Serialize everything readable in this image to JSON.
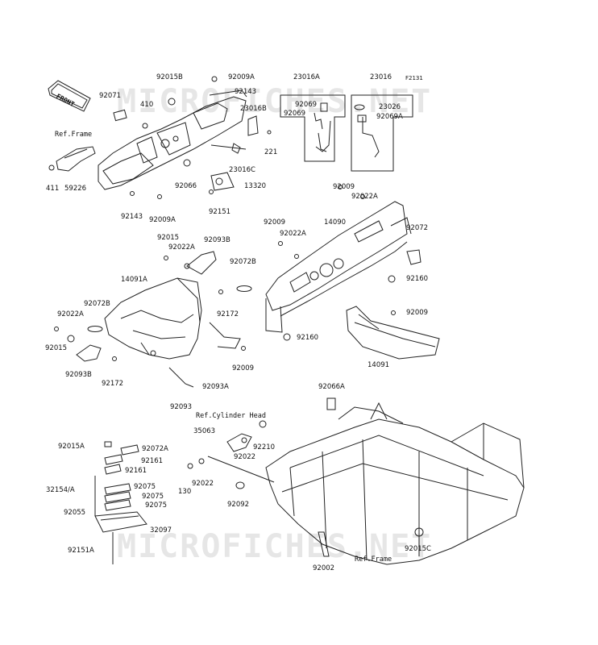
{
  "figure_id": "F2131",
  "front_label": "FRONT",
  "watermarks": [
    "MICROFICHES.NET",
    "MICROFICHES.NET"
  ],
  "refs": {
    "frame_top": "Ref.Frame",
    "cylinder_head": "Ref.Cylinder Head",
    "frame_bottom": "Ref.Frame"
  },
  "parts": {
    "p92071": "92071",
    "p410": "410",
    "p92015b": "92015B",
    "p92009a_top": "92009A",
    "p92143_top": "92143",
    "p23016b": "23016B",
    "p221": "221",
    "p23016c": "23016C",
    "p92066": "92066",
    "p13320": "13320",
    "p92151": "92151",
    "p411": "411",
    "p59226": "59226",
    "p92143_bottom": "92143",
    "p92009a_bottom": "92009A",
    "p23016a": "23016A",
    "p92069_1": "92069",
    "p92069_2": "92069",
    "p23016": "23016",
    "p23026": "23026",
    "p92069a": "92069A",
    "p92009_r1": "92009",
    "p92022a_r1": "92022A",
    "p92009_r2": "92009",
    "p14090": "14090",
    "p92072": "92072",
    "p92022a_r2": "92022A",
    "p92160_1": "92160",
    "p92160_2": "92160",
    "p92009_r3": "92009",
    "p14091": "14091",
    "p92015": "92015",
    "p92093b_top": "92093B",
    "p92022a_mid": "92022A",
    "p92072b_top": "92072B",
    "p14091a": "14091A",
    "p92172_top": "92172",
    "p92022a_left": "92022A",
    "p92072b_left": "92072B",
    "p92015_left": "92015",
    "p92093b_left": "92093B",
    "p92172_left": "92172",
    "p92009_mid": "92009",
    "p92093a": "92093A",
    "p92093": "92093",
    "p92066a": "92066A",
    "p35063": "35063",
    "p92210": "92210",
    "p92022_a": "92022",
    "p92022_b": "92022",
    "p130": "130",
    "p92092": "92092",
    "p92015a": "92015A",
    "p92072a": "92072A",
    "p92161_1": "92161",
    "p92161_2": "92161",
    "p32154a": "32154/A",
    "p92075_1": "92075",
    "p92075_2": "92075",
    "p92075_3": "92075",
    "p92055": "92055",
    "p32097": "32097",
    "p92151a": "92151A",
    "p92002": "92002",
    "p92015c": "92015C"
  }
}
